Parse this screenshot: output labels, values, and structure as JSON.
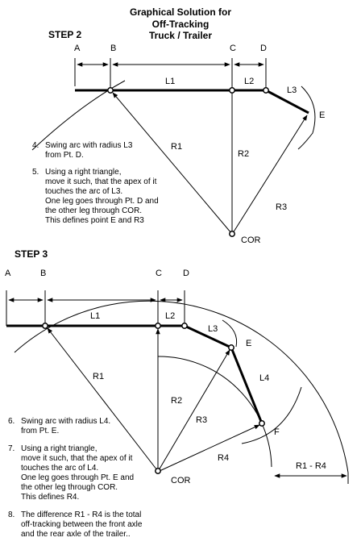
{
  "title": {
    "line1": "Graphical Solution for",
    "line2": "Off-Tracking",
    "line3": "Truck / Trailer"
  },
  "step2": {
    "heading": "STEP  2",
    "points": {
      "a": "A",
      "b": "B",
      "c": "C",
      "d": "D",
      "e": "E",
      "cor": "COR"
    },
    "lengths": {
      "l1": "L1",
      "l2": "L2",
      "l3": "L3"
    },
    "radii": {
      "r1": "R1",
      "r2": "R2",
      "r3": "R3"
    },
    "notes": {
      "n4_num": "4.",
      "n4_l1": "Swing arc with radius L3",
      "n4_l2": "from Pt. D.",
      "n5_num": "5.",
      "n5_l1": "Using a right triangle,",
      "n5_l2": "move it such, that the apex of it",
      "n5_l3": "touches the arc of L3.",
      "n5_l4": "One leg goes through Pt. D and",
      "n5_l5": "the other leg through COR.",
      "n5_l6": "This defines point E and R3"
    }
  },
  "step3": {
    "heading": "STEP  3",
    "points": {
      "a": "A",
      "b": "B",
      "c": "C",
      "d": "D",
      "e": "E",
      "f": "F",
      "cor": "COR"
    },
    "lengths": {
      "l1": "L1",
      "l2": "L2",
      "l3": "L3",
      "l4": "L4"
    },
    "radii": {
      "r1": "R1",
      "r2": "R2",
      "r3": "R3",
      "r4": "R4",
      "diff": "R1 - R4"
    },
    "notes": {
      "n6_num": "6.",
      "n6_l1": "Swing arc with radius L4.",
      "n6_l2": "from Pt. E.",
      "n7_num": "7.",
      "n7_l1": "Using a right triangle,",
      "n7_l2": "move it such, that the apex of it",
      "n7_l3": "touches the arc of L4.",
      "n7_l4": "One leg goes through Pt. E and",
      "n7_l5": "the other leg through COR.",
      "n7_l6": "This defines R4.",
      "n8_num": "8.",
      "n8_l1": "The difference R1 - R4 is the total",
      "n8_l2": "off-tracking between the front axle",
      "n8_l3": "and the rear axle of the trailer.."
    }
  }
}
